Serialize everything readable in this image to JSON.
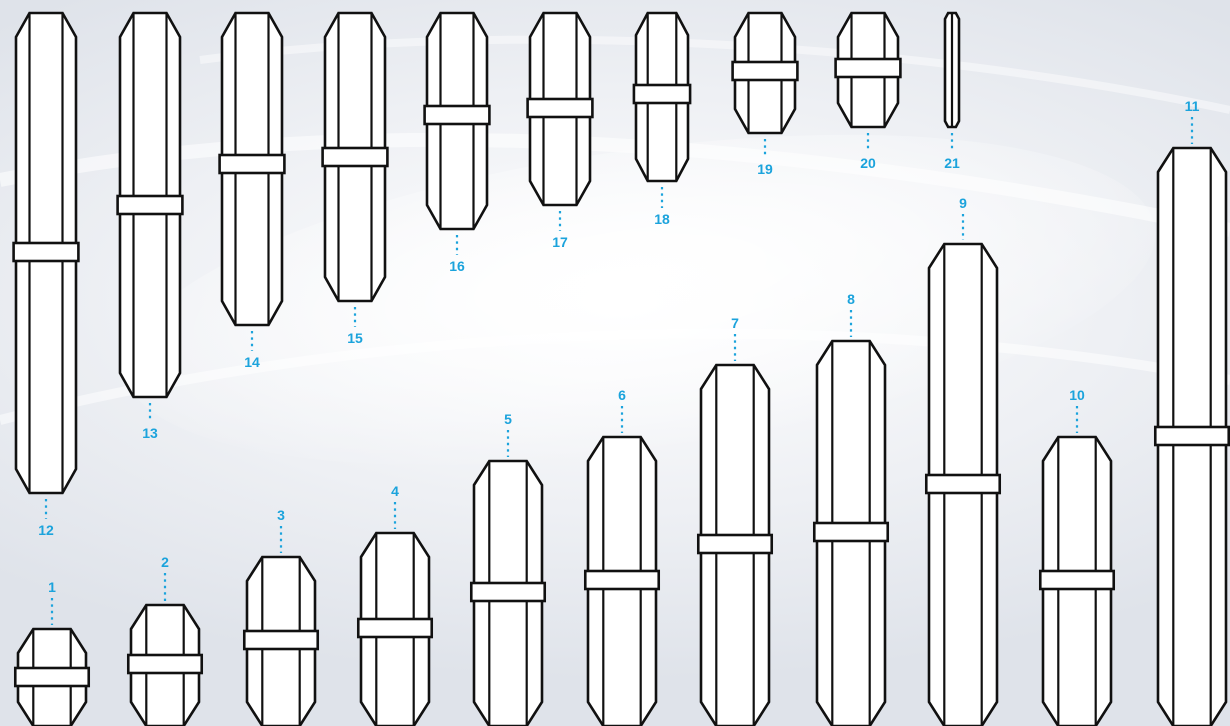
{
  "background": {
    "base_color": "#e6e9ee",
    "swirl_color": "#ffffff"
  },
  "style": {
    "outline_color": "#111111",
    "fill_color": "#ffffff",
    "label_color": "#1ba3dc"
  },
  "crystals": [
    {
      "label": "1"
    },
    {
      "label": "2"
    },
    {
      "label": "3"
    },
    {
      "label": "4"
    },
    {
      "label": "5"
    },
    {
      "label": "6"
    },
    {
      "label": "7"
    },
    {
      "label": "8"
    },
    {
      "label": "9"
    },
    {
      "label": "10"
    },
    {
      "label": "11"
    },
    {
      "label": "12"
    },
    {
      "label": "13"
    },
    {
      "label": "14"
    },
    {
      "label": "15"
    },
    {
      "label": "16"
    },
    {
      "label": "17"
    },
    {
      "label": "18"
    },
    {
      "label": "19"
    },
    {
      "label": "20"
    },
    {
      "label": "21"
    }
  ]
}
